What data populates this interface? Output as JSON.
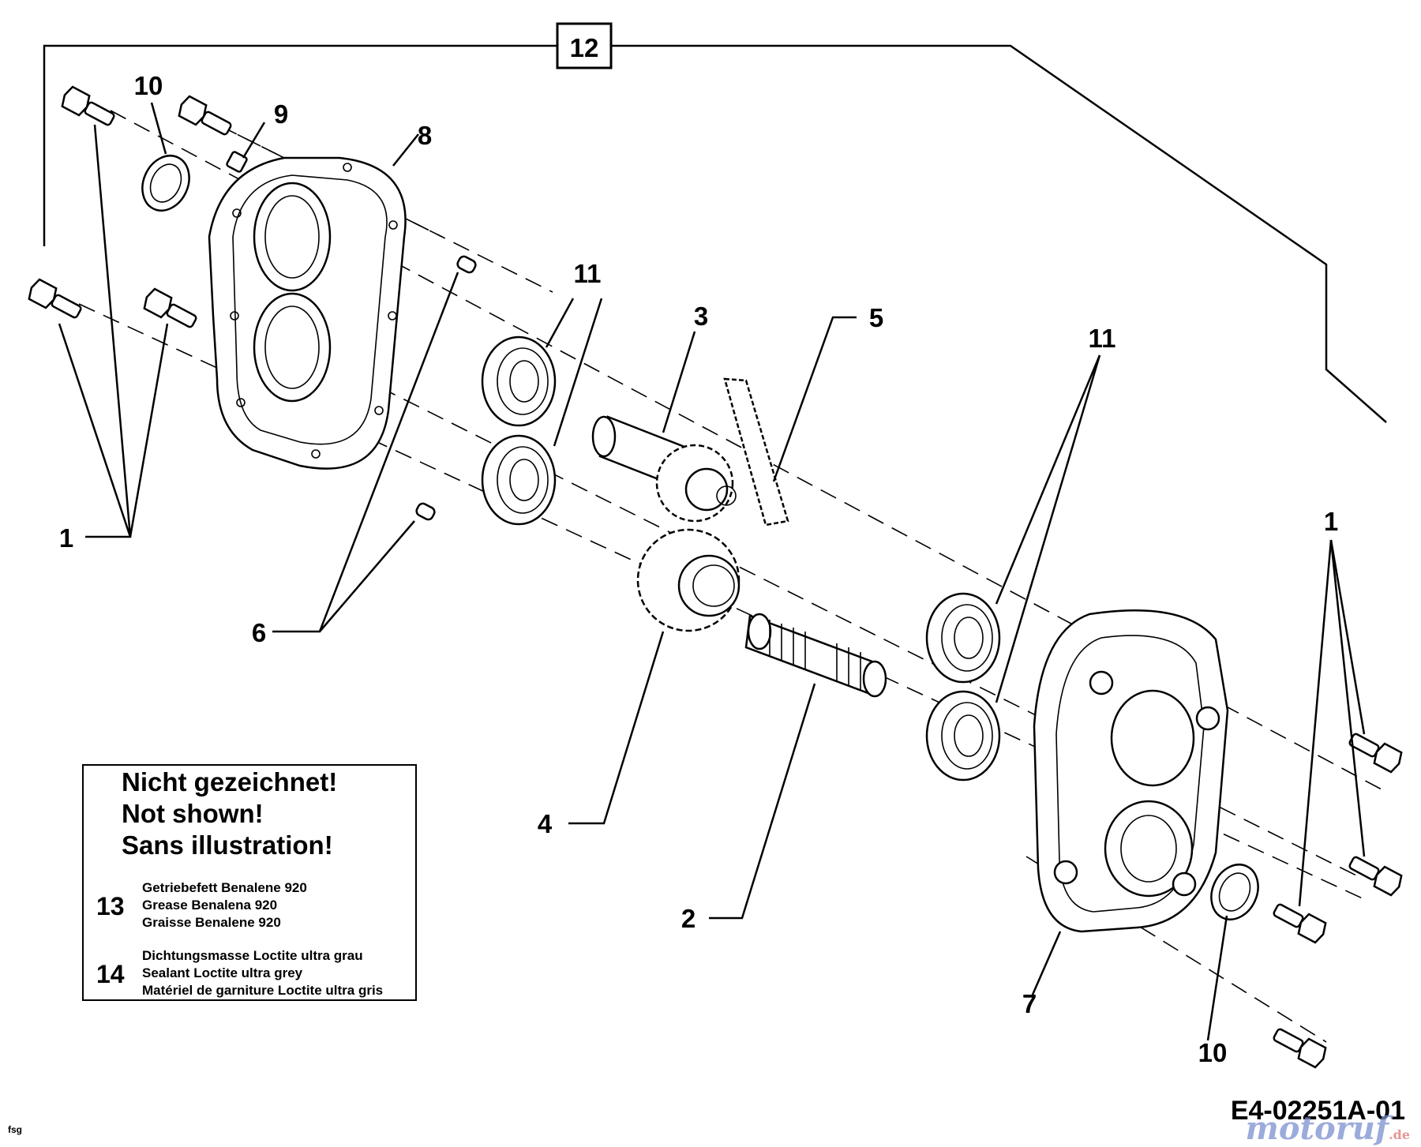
{
  "callouts": {
    "assembly": "12",
    "part_1_left": "1",
    "part_1_right": "1",
    "part_2": "2",
    "part_3": "3",
    "part_4": "4",
    "part_5": "5",
    "part_6": "6",
    "part_7": "7",
    "part_8": "8",
    "part_9": "9",
    "part_10_top": "10",
    "part_10_bottom": "10",
    "part_11_left": "11",
    "part_11_right": "11"
  },
  "legend": {
    "heading": [
      "Nicht gezeichnet!",
      "Not shown!",
      "Sans illustration!"
    ],
    "items": [
      {
        "number": "13",
        "lines": [
          "Getriebefett Benalene 920",
          "Grease Benalena 920",
          "Graisse Benalene 920"
        ]
      },
      {
        "number": "14",
        "lines": [
          "Dichtungsmasse Loctite ultra grau",
          "Sealant Loctite ultra grey",
          "Matériel de garniture Loctite ultra gris"
        ]
      }
    ]
  },
  "drawing_code": "E4-02251A-01",
  "corner_code": "fsg",
  "watermark": {
    "text": "motoruf",
    "suffix": ".de"
  }
}
